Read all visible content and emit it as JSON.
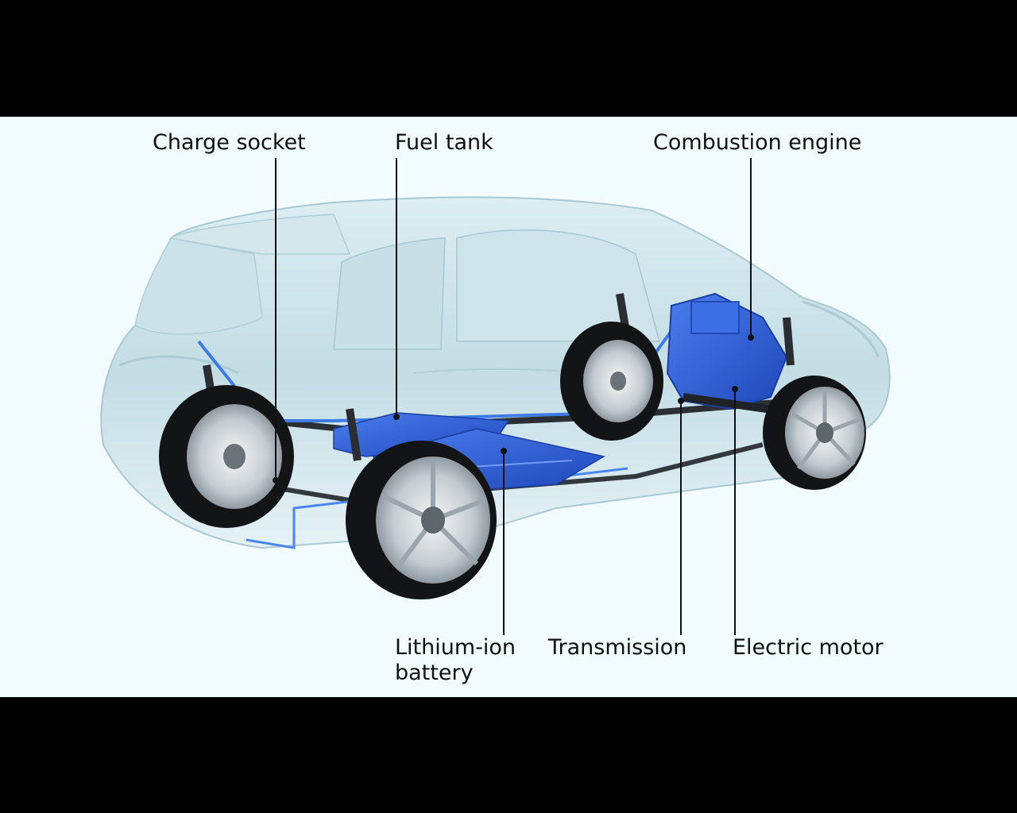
{
  "labels": {
    "charge_socket": "Charge socket",
    "fuel_tank": "Fuel tank",
    "combustion_engine": "Combustion engine",
    "lithium_ion_battery": "Lithium-ion\nbattery",
    "transmission": "Transmission",
    "electric_motor": "Electric motor"
  },
  "colors": {
    "letterbox": "#000000",
    "background": "#f2fbfd",
    "car_body": "#b9d7e0",
    "drivetrain_blue": "#2f5fd6",
    "tire": "#111111",
    "rim": "#cfd6da",
    "leader_line": "#0d1116"
  }
}
